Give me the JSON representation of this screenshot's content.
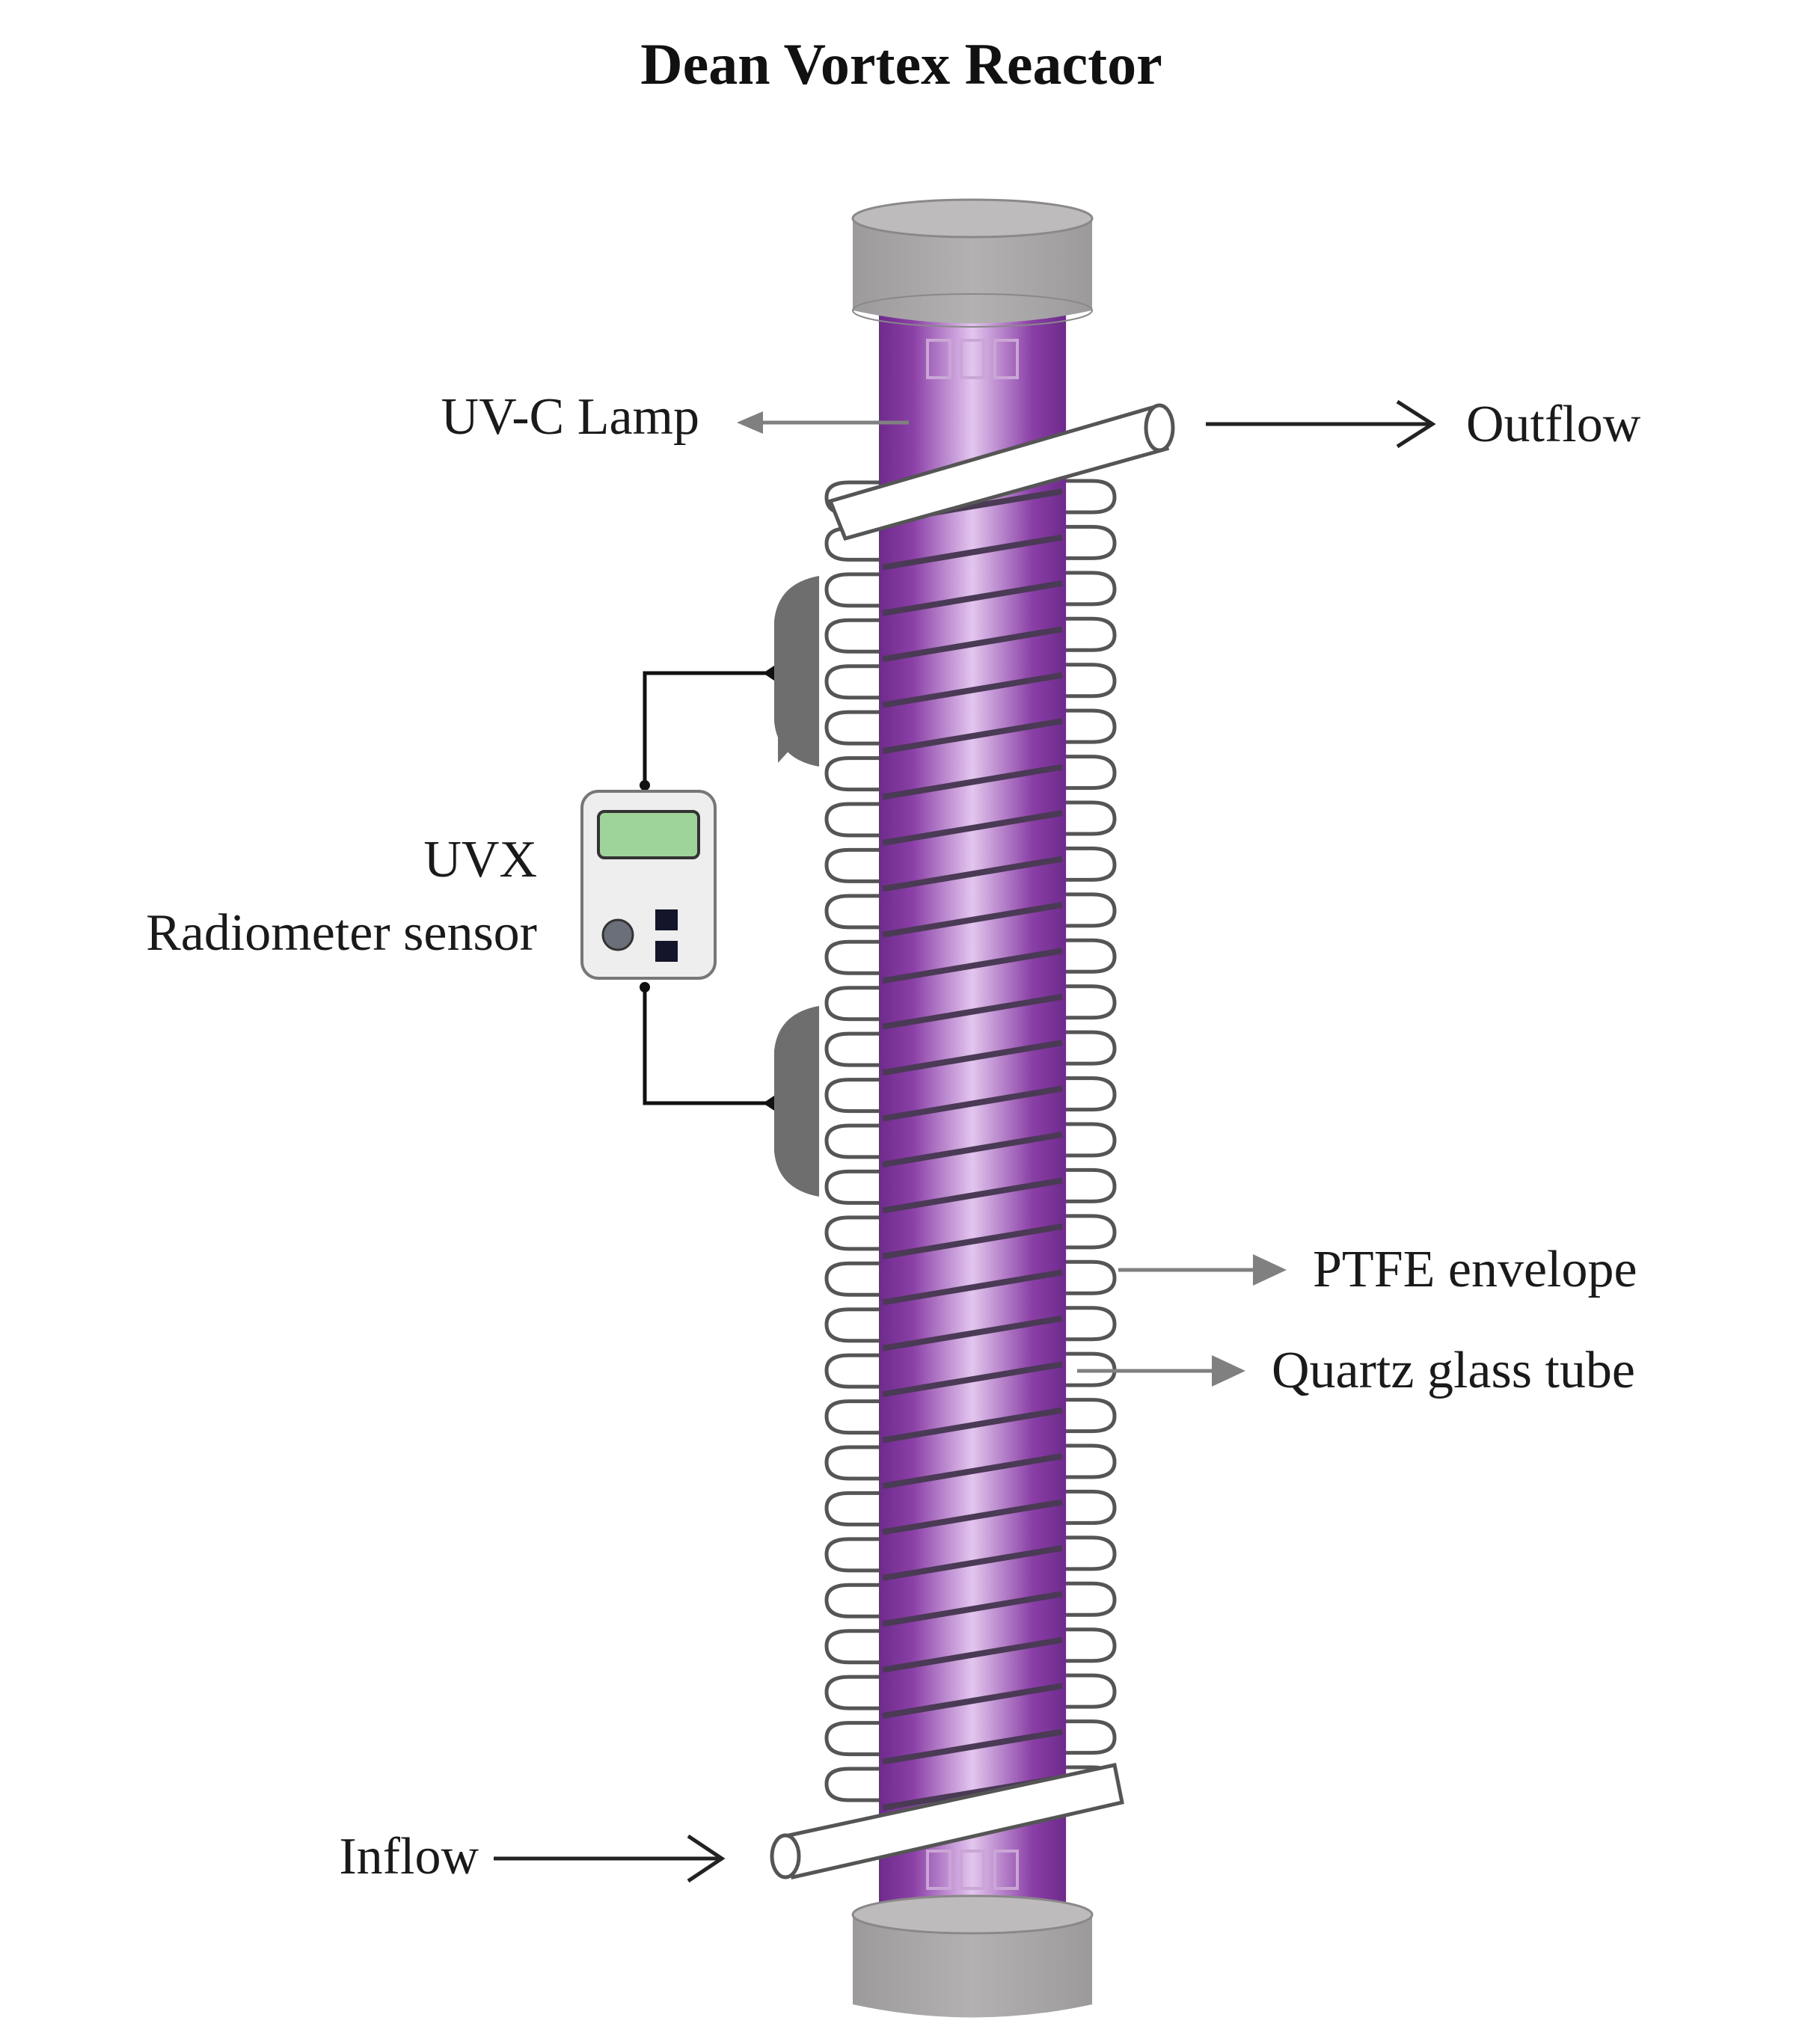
{
  "title": "Dean Vortex Reactor",
  "labels": {
    "uv_lamp": "UV-C Lamp",
    "outflow": "Outflow",
    "inflow": "Inflow",
    "uvx_line1": "UVX",
    "uvx_line2": "Radiometer sensor",
    "ptfe": "PTFE envelope",
    "quartz": "Quartz glass tube"
  },
  "colors": {
    "lamp_purple": "#8a3fa6",
    "lamp_highlight": "#e6c8ef",
    "end_cap_gray": "#a8a6a7",
    "sensor_pad_gray": "#6e6e6e",
    "display_green": "#9ed49a"
  },
  "icons": {
    "sensor_button": "circle-button-icon",
    "sensor_keys": "square-keys-icon"
  }
}
